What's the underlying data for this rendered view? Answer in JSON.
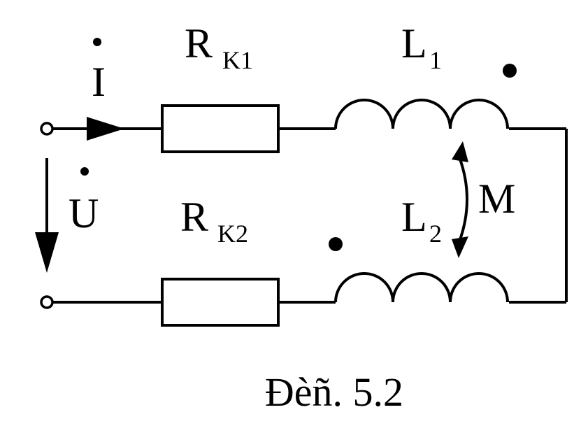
{
  "labels": {
    "current": "I",
    "voltage": "U",
    "r1_main": "R",
    "r1_sub": "K1",
    "r2_main": "R",
    "r2_sub": "K2",
    "l1_main": "L",
    "l1_sub": "1",
    "l2_main": "L",
    "l2_sub": "2",
    "mutual": "M"
  },
  "caption": "Đèñ. 5.2"
}
